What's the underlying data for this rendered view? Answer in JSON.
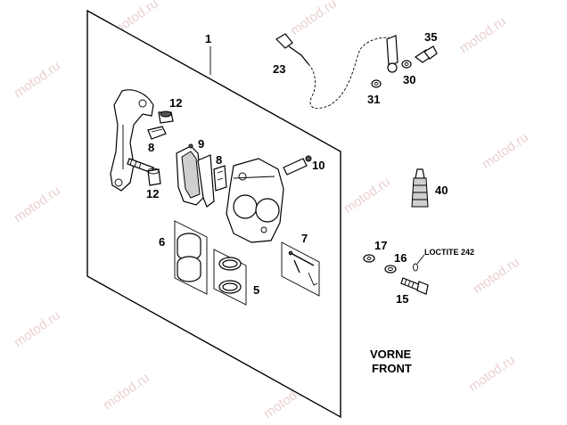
{
  "watermark": "motod.ru",
  "callouts": {
    "n1": "1",
    "n5": "5",
    "n6": "6",
    "n7": "7",
    "n8a": "8",
    "n8b": "8",
    "n9": "9",
    "n10": "10",
    "n12a": "12",
    "n12b": "12",
    "n15": "15",
    "n16": "16",
    "n17": "17",
    "n23": "23",
    "n30": "30",
    "n31": "31",
    "n35": "35",
    "n40": "40"
  },
  "loctite_label": "LOCTITE 242",
  "direction": {
    "line1": "VORNE",
    "line2": "FRONT"
  }
}
